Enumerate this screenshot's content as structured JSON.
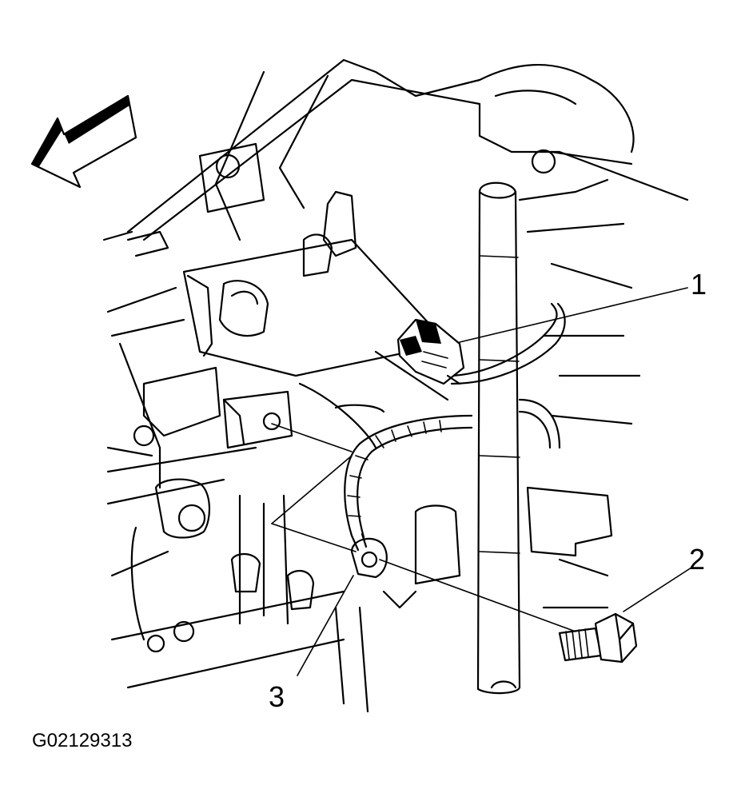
{
  "figure": {
    "id": "G02129313",
    "callouts": [
      {
        "label": "1"
      },
      {
        "label": "2"
      },
      {
        "label": "3"
      }
    ]
  }
}
